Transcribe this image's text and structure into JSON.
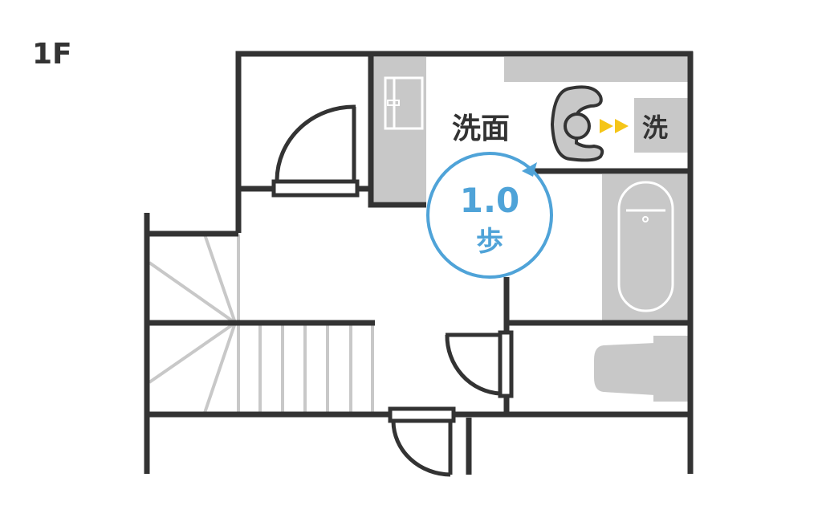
{
  "floor_label": "1F",
  "rooms": {
    "washroom_label": "洗面",
    "washer_label": "洗"
  },
  "badge": {
    "steps_value": "1.0",
    "steps_unit": "歩"
  },
  "colors": {
    "wall": "#333333",
    "fixture": "#c8c8c8",
    "accent_blue": "#4fa3d8",
    "arrow_yellow": "#f5c518"
  }
}
